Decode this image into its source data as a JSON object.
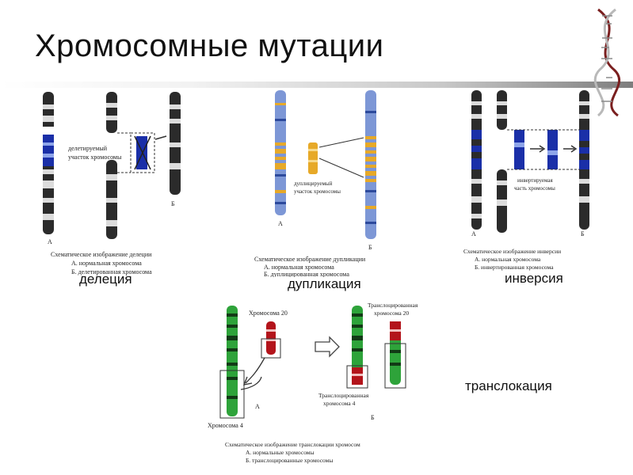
{
  "slide": {
    "title": "Хромосомные мутации",
    "labels": {
      "deletion": "делеция",
      "duplication": "дупликация",
      "inversion": "инверсия",
      "translocation": "транслокация"
    }
  },
  "deletion_panel": {
    "callout": [
      "делетируемый",
      "участок хромосомы"
    ],
    "letter_a": "А",
    "letter_b": "Б",
    "caption": [
      "Схематическое изображение делеции",
      "А. нормальная хромосома",
      "Б. делетированная хромосома"
    ]
  },
  "duplication_panel": {
    "callout": [
      "дуплицируемый",
      "участок хромосомы"
    ],
    "letter_a": "А",
    "letter_b": "Б",
    "caption": [
      "Схематическое изображение дупликации",
      "А. нормальная хромосома",
      "Б. дуплицированная хромосома"
    ]
  },
  "inversion_panel": {
    "callout": [
      "инвертируемая",
      "часть хромосомы"
    ],
    "letter_a": "А",
    "letter_b": "Б",
    "caption": [
      "Схематическое изображение инверсии",
      "А. нормальная хромосома",
      "Б. инвертированная хромосома"
    ]
  },
  "translocation_panel": {
    "chrom20_label": "Хромосома 20",
    "chrom4_label": "Хромосома 4",
    "translocated20": [
      "Транслоцированная",
      "хромосома 20"
    ],
    "translocated4": [
      "Транслоцированная",
      "хромосома 4"
    ],
    "letter_a": "А",
    "letter_b": "Б",
    "caption": [
      "Схематическое изображение транслокации хромосом",
      "А. нормальные хромосомы",
      "Б. транслоцированные хромосомы"
    ]
  },
  "colors": {
    "deletion_highlight": "#1a2fa8",
    "duplication_blue": "#7d97d6",
    "duplication_orange": "#e7a928",
    "inversion_highlight": "#1a2fa8",
    "translocation_green": "#2ea33a",
    "translocation_red": "#b3141b"
  }
}
